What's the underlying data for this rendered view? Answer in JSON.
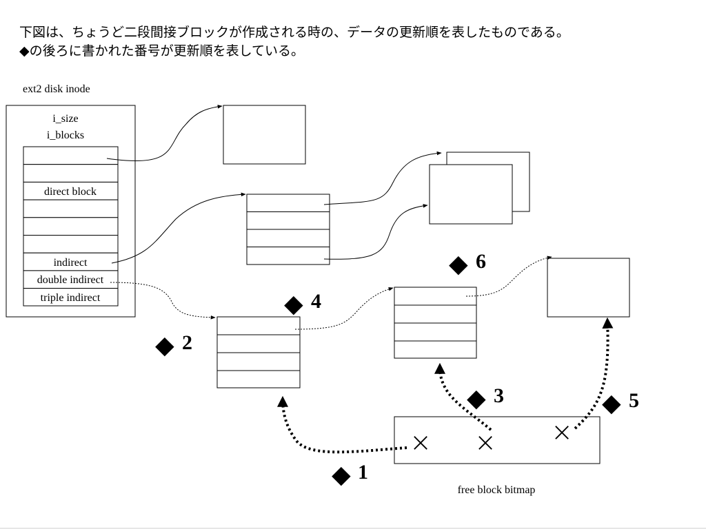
{
  "intro": {
    "line1": "下図は、ちょうど二段間接ブロックが作成される時の、データの更新順を表したものである。",
    "line2": "◆の後ろに書かれた番号が更新順を表している。"
  },
  "inode": {
    "caption": "ext2 disk inode",
    "fields": [
      "i_size",
      "i_blocks"
    ],
    "rows": [
      "",
      "",
      "direct block",
      "",
      "",
      "",
      "indirect",
      "double indirect",
      "triple indirect"
    ]
  },
  "bitmap": {
    "caption": "free block bitmap",
    "marks": [
      "×",
      "×",
      "×"
    ]
  },
  "markers": [
    {
      "symbol": "◆",
      "number": "1"
    },
    {
      "symbol": "◆",
      "number": "2"
    },
    {
      "symbol": "◆",
      "number": "3"
    },
    {
      "symbol": "◆",
      "number": "4"
    },
    {
      "symbol": "◆",
      "number": "5"
    },
    {
      "symbol": "◆",
      "number": "6"
    }
  ]
}
